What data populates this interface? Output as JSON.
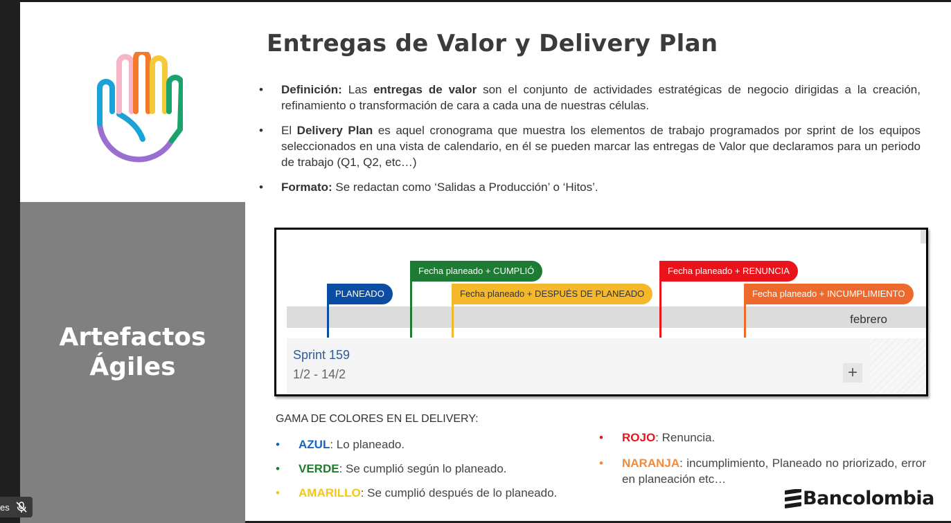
{
  "slide": {
    "title": "Entregas de Valor y Delivery Plan",
    "section_title_line1": "Artefactos",
    "section_title_line2": "Ágiles",
    "bullets": [
      {
        "label": "Definición:",
        "t1": " Las ",
        "b2": "entregas de valor",
        "t2": " son el conjunto de actividades estratégicas de negocio dirigidas a la creación, refinamiento o transformación de cara a cada una de nuestras células."
      },
      {
        "t0": "El ",
        "b1": "Delivery Plan",
        "t1": " es aquel cronograma que muestra los elementos de trabajo programados por sprint de los equipos seleccionados en una vista de calendario, en él se pueden marcar las entregas de Valor que declaramos para un periodo de trabajo (Q1, Q2, etc…)"
      },
      {
        "label": "Formato:",
        "t1": " Se redactan como ‘Salidas a Producción’ o ‘Hitos’."
      }
    ],
    "bullet_symbol": "•"
  },
  "calendar": {
    "month": "febrero",
    "sprint_name": "Sprint 159",
    "sprint_dates": "1/2 - 14/2",
    "add_symbol": "+",
    "flags": {
      "planeado": {
        "label": "PLANEADO",
        "color": "#0b4da2"
      },
      "cumplio": {
        "label": "Fecha planeado + CUMPLIÓ",
        "color": "#1f7a34"
      },
      "despues": {
        "label": "Fecha planeado + DESPUÉS DE PLANEADO",
        "color": "#f6b82b"
      },
      "renuncia": {
        "label": "Fecha planeado + RENUNCIA",
        "color": "#e8131b"
      },
      "incumplimiento": {
        "label": "Fecha planeado + INCUMPLIMIENTO",
        "color": "#ee6a2c"
      }
    }
  },
  "colors": {
    "title": "GAMA DE COLORES EN EL DELIVERY:",
    "azul": {
      "name": "AZUL",
      "desc": ": Lo planeado.",
      "color": "#1565c0"
    },
    "verde": {
      "name": "VERDE",
      "desc": ": Se cumplió según lo planeado.",
      "color": "#1b7d2b"
    },
    "amarillo": {
      "name": "AMARILLO",
      "desc": ": Se cumplió después de lo planeado.",
      "color": "#f5c518"
    },
    "rojo": {
      "name": "ROJO",
      "desc": ": Renuncia.",
      "color": "#e8131b"
    },
    "naranja": {
      "name": "NARANJA",
      "desc": ": incumplimiento, Planeado no priorizado, error en planeación etc…",
      "color": "#f08a3c"
    }
  },
  "brand": {
    "name": "Bancolombia"
  },
  "meeting": {
    "name_fragment": "es",
    "mic_icon": "mic-off-icon"
  }
}
